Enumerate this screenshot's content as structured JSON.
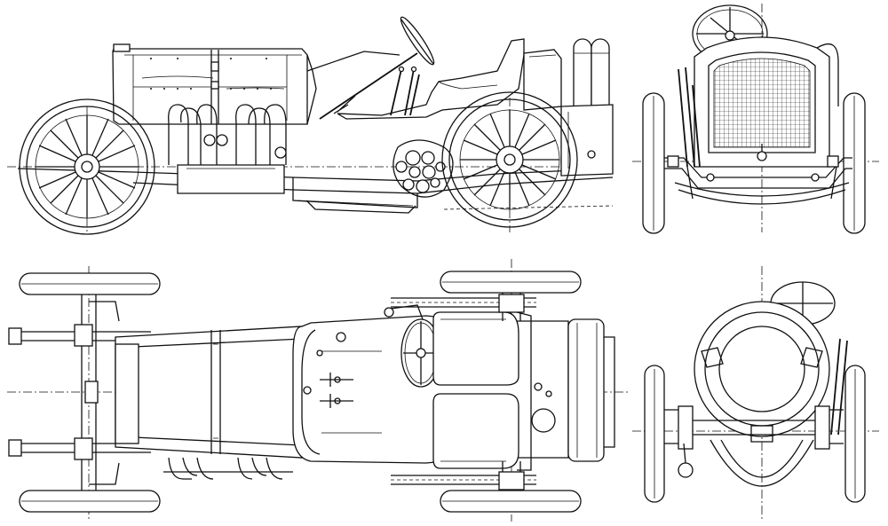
{
  "drawing": {
    "line_color": "#111111",
    "background": "#ffffff",
    "views": [
      "side-view",
      "front-view",
      "top-view",
      "rear-view"
    ]
  }
}
